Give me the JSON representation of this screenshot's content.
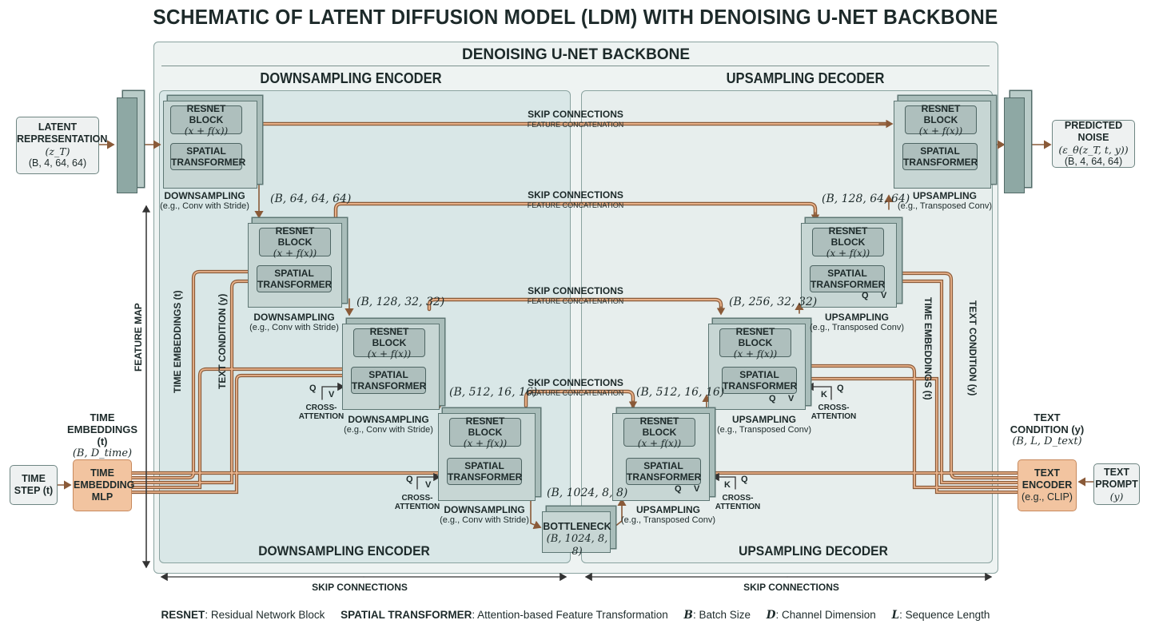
{
  "title": "SCHEMATIC OF LATENT DIFFUSION MODEL (LDM) WITH DENOISING U-NET BACKBONE",
  "unet_title": "DENOISING U-NET BACKBONE",
  "encoder_title": "DOWNSAMPLING ENCODER",
  "decoder_title": "UPSAMPLING DECODER",
  "inputs": {
    "latent": {
      "line1": "LATENT",
      "line2": "REPRESENTATION",
      "sym": "(z_T)",
      "dims": "(B, 4, 64, 64)"
    },
    "predicted": {
      "line1": "PREDICTED NOISE",
      "sym": "(ε_θ(z_T, t, y))",
      "dims": "(B, 4, 64, 64)"
    },
    "time_step": {
      "line1": "TIME",
      "line2": "STEP (t)"
    },
    "time_mlp": {
      "line1": "TIME",
      "line2": "EMBEDDING",
      "line3": "MLP"
    },
    "time_emb_label": {
      "line1": "TIME",
      "line2": "EMBEDDINGS (t)",
      "dims": "(B, D_time)"
    },
    "text_cond_label": {
      "line1": "TEXT",
      "line2": "CONDITION (y)",
      "dims": "(B, L, D_text)"
    },
    "text_encoder": {
      "line1": "TEXT",
      "line2": "ENCODER",
      "line3": "(e.g., CLIP)"
    },
    "text_prompt": {
      "line1": "TEXT",
      "line2": "PROMPT",
      "line3": "(y)"
    }
  },
  "block": {
    "resnet": "RESNET BLOCK",
    "formula": "(x + f(x))",
    "spatial1": "SPATIAL",
    "spatial2": "TRANSFORMER"
  },
  "down_label": {
    "main": "DOWNSAMPLING",
    "sub": "(e.g., Conv with Stride)"
  },
  "up_label": {
    "main": "UPSAMPLING",
    "sub": "(e.g., Transposed Conv)"
  },
  "dims": {
    "e1": "(B, 64, 64, 64)",
    "e2": "(B, 128, 32, 32)",
    "e3": "(B, 512, 16, 16)",
    "d1": "(B, 128, 64, 64)",
    "d2": "(B, 256, 32, 32)",
    "d3": "(B, 512, 16, 16)",
    "bn": "(B, 1024, 8, 8)"
  },
  "bottleneck": {
    "name": "BOTTLENECK",
    "dims": "(B, 1024, 8, 8)"
  },
  "skip": {
    "main": "SKIP CONNECTIONS",
    "sub": "FEATURE CONCATENATION"
  },
  "vertical": {
    "feature_map": "FEATURE MAP",
    "time_emb": "TIME EMBEDDINGS (t)",
    "text_cond": "TEXT CONDITION (y)"
  },
  "cross": {
    "q": "Q",
    "v": "V",
    "k": "K",
    "line1": "CROSS-",
    "line2": "ATTENTION"
  },
  "bottom": {
    "left": "SKIP CONNECTIONS",
    "right": "SKIP CONNECTIONS",
    "enc": "DOWNSAMPLING ENCODER",
    "dec": "UPSAMPLING DECODER"
  },
  "legend": [
    {
      "key": "RESNET",
      "desc": ": Residual Network Block"
    },
    {
      "key": "SPATIAL TRANSFORMER",
      "desc": ": Attention-based Feature Transformation"
    },
    {
      "key": "B",
      "desc": ": Batch Size"
    },
    {
      "key": "D",
      "desc": ": Channel Dimension"
    },
    {
      "key": "L",
      "desc": ": Sequence Length"
    }
  ],
  "colors": {
    "arrow": "#d99a6c",
    "arrow_stroke": "#8a5a38",
    "panel": "#d9e7e7",
    "block": "#c7d6d4"
  }
}
